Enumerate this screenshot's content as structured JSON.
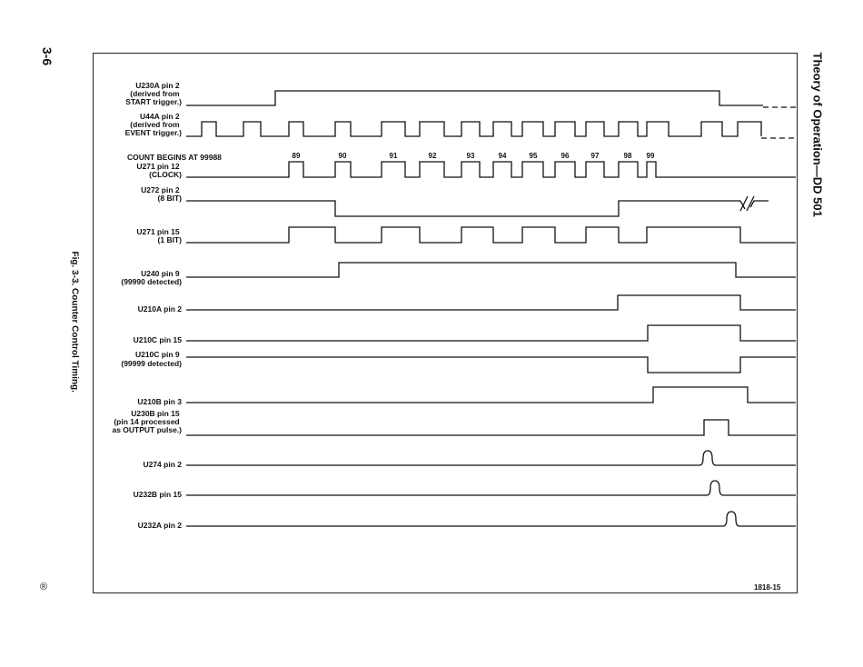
{
  "page": {
    "number": "3-6",
    "side_title": "Theory of Operation—DD 501",
    "caption": "Fig. 3-3. Counter Control Timing.",
    "corner_mark": "®",
    "figure_id": "1818-15"
  },
  "count_header": "COUNT BEGINS AT 99988",
  "count_ticks": [
    "89",
    "90",
    "91",
    "92",
    "93",
    "94",
    "95",
    "96",
    "97",
    "98",
    "99"
  ],
  "signals": [
    {
      "id": "u230a",
      "lines": [
        "U230A pin 2",
        "(derived from",
        "START trigger.)"
      ]
    },
    {
      "id": "u44a",
      "lines": [
        "U44A pin 2",
        "(derived from",
        "EVENT trigger.)"
      ]
    },
    {
      "id": "u271-12",
      "lines": [
        "U271 pin 12",
        "(CLOCK)"
      ]
    },
    {
      "id": "u272",
      "lines": [
        "U272 pin 2",
        "(8 BIT)"
      ]
    },
    {
      "id": "u271-15",
      "lines": [
        "U271 pin 15",
        "(1 BIT)"
      ]
    },
    {
      "id": "u240",
      "lines": [
        "U240 pin 9",
        "(99990 detected)"
      ]
    },
    {
      "id": "u210a",
      "lines": [
        "U210A pin 2"
      ]
    },
    {
      "id": "u210c-15",
      "lines": [
        "U210C pin 15"
      ]
    },
    {
      "id": "u210c-9",
      "lines": [
        "U210C pin 9",
        "(99999 detected)"
      ]
    },
    {
      "id": "u210b",
      "lines": [
        "U210B pin 3"
      ]
    },
    {
      "id": "u230b",
      "lines": [
        "U230B pin 15",
        "(pin 14 processed",
        "as OUTPUT pulse.)"
      ]
    },
    {
      "id": "u274",
      "lines": [
        "U274 pin 2"
      ]
    },
    {
      "id": "u232b",
      "lines": [
        "U232B pin 15"
      ]
    },
    {
      "id": "u232a",
      "lines": [
        "U232A pin 2"
      ]
    }
  ]
}
